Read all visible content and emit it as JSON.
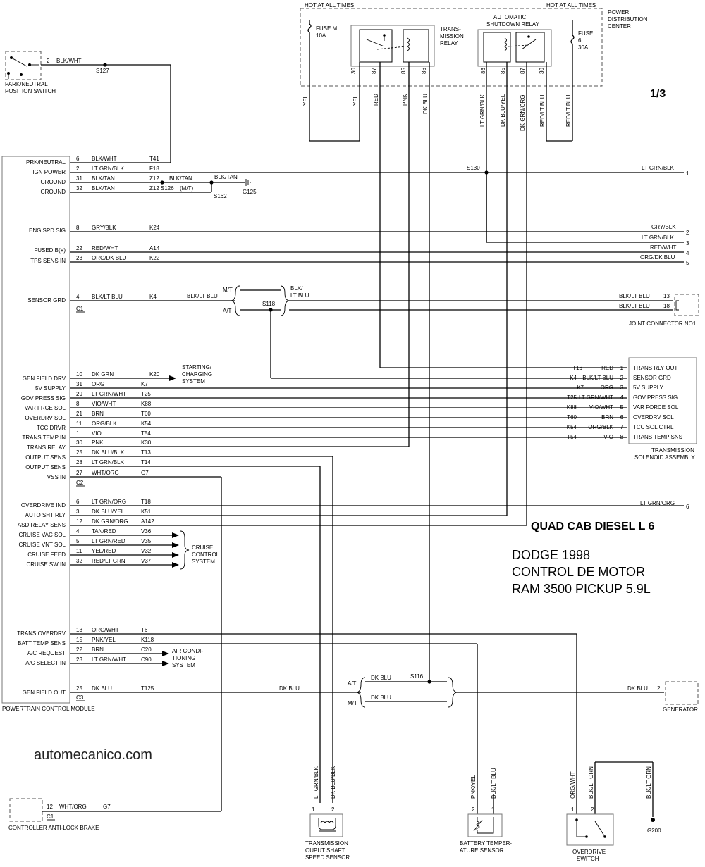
{
  "page_num": "1/3",
  "title_lines": [
    "DODGE 1998",
    "CONTROL DE MOTOR",
    "RAM 3500 PICKUP 5.9L"
  ],
  "subtitle": "QUAD CAB  DIESEL  L 6",
  "watermark": "automecanico.com",
  "top": {
    "hot_left": "HOT AT ALL TIMES",
    "hot_right": "HOT AT ALL TIMES",
    "pdc": [
      "POWER",
      "DISTRIBUTION",
      "CENTER"
    ],
    "fuse_m": [
      "FUSE M",
      "10A"
    ],
    "fuse_6": [
      "FUSE",
      "6",
      "30A"
    ],
    "trans_relay": [
      "TRANS-",
      "MISSION",
      "RELAY"
    ],
    "asd_relay": [
      "AUTOMATIC",
      "SHUTDOWN RELAY"
    ],
    "pins_left": [
      "30",
      "87",
      "85",
      "86"
    ],
    "pins_right": [
      "86",
      "85",
      "87",
      "30"
    ],
    "wires_left": [
      "YEL",
      "YEL",
      "RED",
      "PNK",
      "DK BLU"
    ],
    "wires_right": [
      "LT GRN/BLK",
      "DK BLU/YEL",
      "DK GRN/ORG",
      "RED/LT BLU",
      "RED/LT BLU"
    ]
  },
  "park_switch": {
    "label": [
      "PARK/NEUTRAL",
      "POSITION SWITCH"
    ],
    "pin": "2",
    "wire": "BLK/WHT",
    "splice": "S127"
  },
  "pcm": {
    "label": "POWERTRAIN CONTROL MODULE",
    "signals": [
      "PRK/NEUTRAL",
      "IGN POWER",
      "GROUND",
      "GROUND",
      "ENG SPD SIG",
      "FUSED B(+)",
      "TPS SENS IN",
      "SENSOR GRD",
      "GEN FIELD DRV",
      "5V SUPPLY",
      "GOV PRESS SIG",
      "VAR FRCE SOL",
      "OVERDRV SOL",
      "TCC DRVR",
      "TRANS TEMP IN",
      "TRANS RELAY",
      "OUTPUT SENS",
      "OUTPUT SENS",
      "VSS IN",
      "OVERDRIVE IND",
      "AUTO SHT RLY",
      "ASD RELAY SENS",
      "CRUISE VAC SOL",
      "CRUISE VNT SOL",
      "CRUISE FEED",
      "CRUISE SW IN",
      "TRANS OVERDRV",
      "BATT TEMP SENS",
      "A/C REQUEST",
      "A/C SELECT IN",
      "GEN FIELD OUT"
    ],
    "connectors": [
      "C1",
      "C2",
      "C3"
    ],
    "rows": [
      {
        "pin": "6",
        "wire": "BLK/WHT",
        "circuit": "T41"
      },
      {
        "pin": "2",
        "wire": "LT GRN/BLK",
        "circuit": "F18"
      },
      {
        "pin": "31",
        "wire": "BLK/TAN",
        "circuit": "Z12"
      },
      {
        "pin": "32",
        "wire": "BLK/TAN",
        "circuit": "Z12"
      },
      {
        "pin": "8",
        "wire": "GRY/BLK",
        "circuit": "K24"
      },
      {
        "pin": "22",
        "wire": "RED/WHT",
        "circuit": "A14"
      },
      {
        "pin": "23",
        "wire": "ORG/DK BLU",
        "circuit": "K22"
      },
      {
        "pin": "4",
        "wire": "BLK/LT BLU",
        "circuit": "K4"
      },
      {
        "pin": "10",
        "wire": "DK GRN",
        "circuit": "K20"
      },
      {
        "pin": "31",
        "wire": "ORG",
        "circuit": "K7"
      },
      {
        "pin": "29",
        "wire": "LT GRN/WHT",
        "circuit": "T25"
      },
      {
        "pin": "8",
        "wire": "VIO/WHT",
        "circuit": "K88"
      },
      {
        "pin": "21",
        "wire": "BRN",
        "circuit": "T60"
      },
      {
        "pin": "11",
        "wire": "ORG/BLK",
        "circuit": "K54"
      },
      {
        "pin": "1",
        "wire": "VIO",
        "circuit": "T54"
      },
      {
        "pin": "30",
        "wire": "PNK",
        "circuit": "K30"
      },
      {
        "pin": "25",
        "wire": "DK BLU/BLK",
        "circuit": "T13"
      },
      {
        "pin": "28",
        "wire": "LT GRN/BLK",
        "circuit": "T14"
      },
      {
        "pin": "27",
        "wire": "WHT/ORG",
        "circuit": "G7"
      },
      {
        "pin": "6",
        "wire": "LT GRN/ORG",
        "circuit": "T18"
      },
      {
        "pin": "3",
        "wire": "DK BLU/YEL",
        "circuit": "K51"
      },
      {
        "pin": "12",
        "wire": "DK GRN/ORG",
        "circuit": "A142"
      },
      {
        "pin": "4",
        "wire": "TAN/RED",
        "circuit": "V36"
      },
      {
        "pin": "5",
        "wire": "LT GRN/RED",
        "circuit": "V35"
      },
      {
        "pin": "11",
        "wire": "YEL/RED",
        "circuit": "V32"
      },
      {
        "pin": "32",
        "wire": "RED/LT GRN",
        "circuit": "V37"
      },
      {
        "pin": "13",
        "wire": "ORG/WHT",
        "circuit": "T6"
      },
      {
        "pin": "15",
        "wire": "PNK/YEL",
        "circuit": "K118"
      },
      {
        "pin": "22",
        "wire": "BRN",
        "circuit": "C20"
      },
      {
        "pin": "23",
        "wire": "LT GRN/WHT",
        "circuit": "C90"
      },
      {
        "pin": "25",
        "wire": "DK BLU",
        "circuit": "T125"
      }
    ]
  },
  "ground": {
    "wire": "BLK/TAN",
    "wire2": "BLK/TAN",
    "splice1": "S126",
    "mt": "(M/T)",
    "splice2": "S162",
    "ground": "G125"
  },
  "s130": "S130",
  "right_outputs": [
    {
      "wire": "LT GRN/BLK",
      "num": "1"
    },
    {
      "wire": "GRY/BLK",
      "num": "2"
    },
    {
      "wire": "LT GRN/BLK",
      "num": "3"
    },
    {
      "wire": "RED/WHT",
      "num": "4"
    },
    {
      "wire": "ORG/DK BLU",
      "num": "5"
    },
    {
      "wire": "LT GRN/ORG",
      "num": "6"
    }
  ],
  "sensor_grd": {
    "wire": "BLK/LT BLU",
    "mt": "M/T",
    "at": "A/T",
    "splice": "S118",
    "blk": "BLK/",
    "ltblu": "LT BLU"
  },
  "joint": {
    "label": "JOINT CONNECTOR NO1",
    "w1": "BLK/LT BLU",
    "p1": "13",
    "w2": "BLK/LT BLU",
    "p2": "18"
  },
  "starting": [
    "STARTING/",
    "CHARGING",
    "SYSTEM"
  ],
  "cruise": [
    "CRUISE",
    "CONTROL",
    "SYSTEM"
  ],
  "ac": [
    "AIR CONDI-",
    "TIONING",
    "SYSTEM"
  ],
  "solenoid": {
    "label": [
      "TRANSMISSION",
      "SOLENOID ASSEMBLY"
    ],
    "pins": [
      "TRANS RLY OUT",
      "SENSOR GRD",
      "5V SUPPLY",
      "GOV PRESS SIG",
      "VAR FORCE SOL",
      "OVERDRV SOL",
      "TCC SOL CTRL",
      "TRANS TEMP SNS"
    ],
    "nums": [
      "1",
      "2",
      "3",
      "4",
      "5",
      "6",
      "7",
      "8"
    ],
    "circuits": [
      "T16",
      "K4",
      "K7",
      "T25",
      "K88",
      "T60",
      "K54",
      "T54"
    ],
    "wires": [
      "RED",
      "BLK/LT BLU",
      "ORG",
      "LT GRN/WHT",
      "VIO/WHT",
      "BRN",
      "ORG/BLK",
      "VIO"
    ]
  },
  "gen": {
    "wire": "DK BLU",
    "splice": "S116",
    "at": "A/T",
    "mt": "M/T",
    "w_at": "DK BLU",
    "w_mt": "DK BLU",
    "w_out": "DK BLU",
    "pin": "2",
    "label": "GENERATOR"
  },
  "abs": {
    "pin": "12",
    "wire": "WHT/ORG",
    "circuit": "G7",
    "conn": "C1",
    "label": "CONTROLLER ANTI-LOCK BRAKE"
  },
  "speed_sensor": {
    "label": [
      "TRANSMISSION",
      "OUPUT SHAFT",
      "SPEED SENSOR"
    ],
    "pins": [
      "1",
      "2"
    ],
    "wires": [
      "LT GRN/BLK",
      "DK BLU/BLK"
    ]
  },
  "batt_sensor": {
    "label": [
      "BATTERY TEMPER-",
      "ATURE SENSOR"
    ],
    "pins": [
      "2",
      "1"
    ],
    "wires": [
      "PNK/YEL",
      "BLK/LT BLU"
    ]
  },
  "od_switch": {
    "label": [
      "OVERDRIVE",
      "SWITCH"
    ],
    "pins": [
      "1",
      "2"
    ],
    "wires": [
      "ORG/WHT",
      "BLK/LT GRN",
      "BLK/LT GRN"
    ],
    "ground": "G200"
  }
}
